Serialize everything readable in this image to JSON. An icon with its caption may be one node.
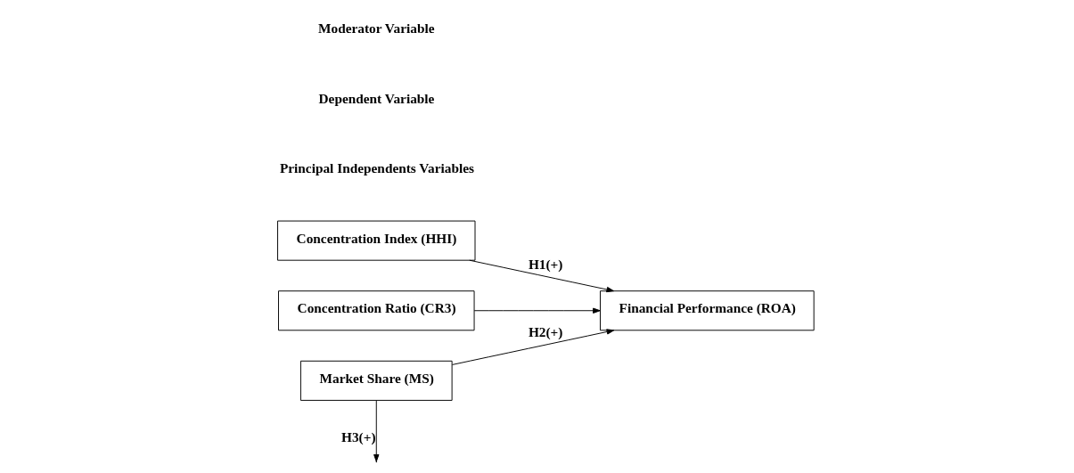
{
  "diagram": {
    "nodes": [
      {
        "text": [
          "Concentration Index (HHI)"
        ]
      },
      {
        "text": [
          "Concentration Ratio (CR3)"
        ]
      },
      {
        "text": [
          "Financial Performance (ROA)"
        ]
      },
      {
        "text": [
          "Market Share (MS)"
        ]
      }
    ],
    "edges": [
      {
        "from": 0,
        "to": 2,
        "arrow": "to",
        "label": "H1(+)"
      },
      {
        "from": 1,
        "to": 2,
        "arrow": "to"
      },
      {
        "from": 3,
        "to": 2,
        "arrow": "to",
        "label": "H2(+)"
      },
      {
        "from": 3,
        "to": null,
        "arrow": "to",
        "label": "H3(+)"
      }
    ],
    "labels": [
      "Principal Independents Variables",
      "Dependent Variable",
      "Moderator Variable"
    ]
  }
}
